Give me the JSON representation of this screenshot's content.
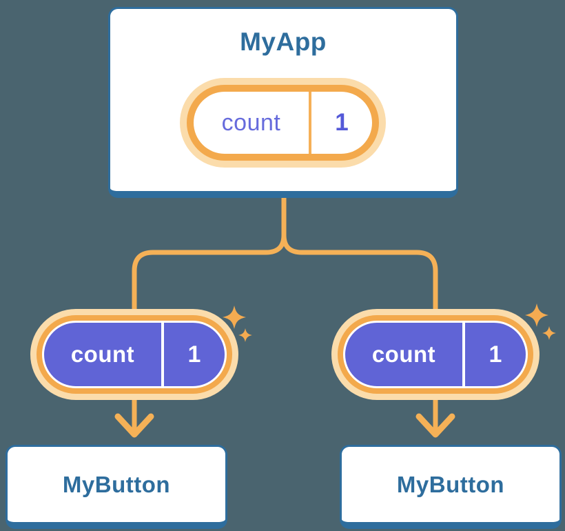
{
  "diagram": {
    "root": {
      "title": "MyApp",
      "state": {
        "name": "count",
        "value": "1"
      }
    },
    "children": [
      {
        "title": "MyButton",
        "state": {
          "name": "count",
          "value": "1"
        }
      },
      {
        "title": "MyButton",
        "state": {
          "name": "count",
          "value": "1"
        }
      }
    ]
  },
  "colors": {
    "background": "#4a646f",
    "card_background": "#ffffff",
    "card_border": "#2e6d9d",
    "card_title_text": "#2e6d9d",
    "connector_orange": "#f5b157",
    "pill_halo": "#fbdcab",
    "pill_ring": "#f3a94c",
    "root_pill_fill": "#ffffff",
    "root_pill_name_text": "#666bdc",
    "root_pill_value_text": "#5459d8",
    "root_pill_divider": "#f5b057",
    "child_pill_fill": "#6064d6",
    "child_pill_text": "#ffffff",
    "child_pill_divider": "#ffffff",
    "sparkle": "#f4ab51"
  },
  "icons": {
    "sparkle": "sparkle-icon",
    "arrow": "arrow-down-icon"
  }
}
